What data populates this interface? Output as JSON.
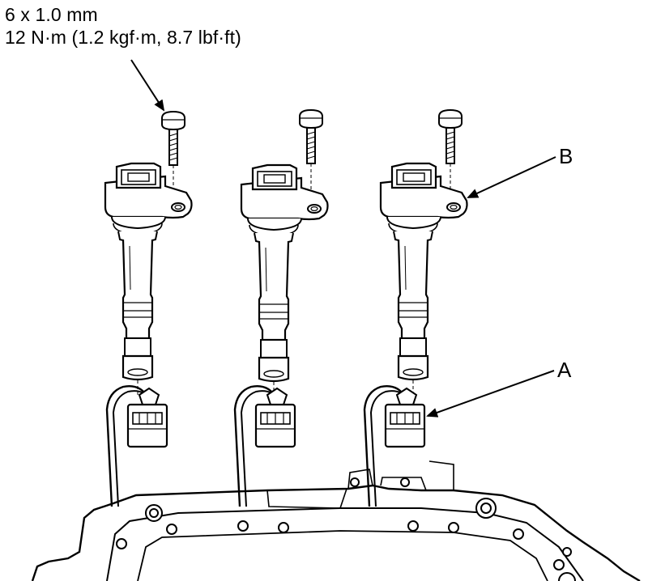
{
  "spec": {
    "bolt_size": "6 x 1.0 mm",
    "torque": "12 N·m (1.2 kgf·m, 8.7 lbf·ft)"
  },
  "callouts": {
    "a": "A",
    "b": "B"
  },
  "colors": {
    "line": "#000000",
    "fill": "#ffffff",
    "shade": "#e8e8e8"
  }
}
